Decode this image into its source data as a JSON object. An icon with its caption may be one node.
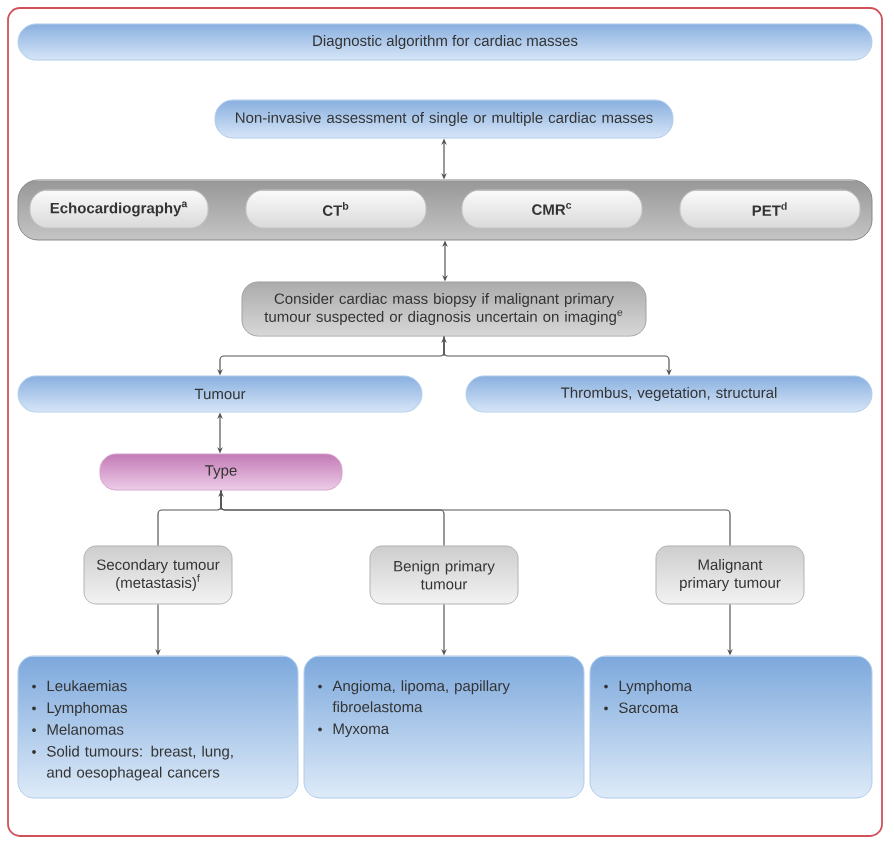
{
  "diagram": {
    "title": "Diagnostic algorithm for cardiac masses",
    "nodes": [
      {
        "text": [
          "Non-invasive assessment of single or multiple cardiac masses"
        ]
      },
      {
        "text": [],
        "shape": "box"
      },
      {
        "text": [
          "Echocardiography$^{a}$"
        ],
        "in": 1
      },
      {
        "text": [
          "CT$^{b}$"
        ],
        "in": 1
      },
      {
        "text": [
          "CMR$^{c}$"
        ],
        "in": 1
      },
      {
        "text": [
          "PET$^{d}$"
        ],
        "in": 1
      },
      {
        "text": [
          "Consider cardiac mass biopsy if malignant primary tumour suspected or diagnosis uncertain on imaging$^{e}$"
        ]
      },
      {
        "text": [
          "Tumour"
        ]
      },
      {
        "text": [
          "Thrombus, vegetation, structural"
        ]
      },
      {
        "text": [
          "Type"
        ]
      },
      {
        "text": [
          "Secondary tumour (metastasis)$^{f}$"
        ]
      },
      {
        "text": [
          "Benign primary tumour"
        ]
      },
      {
        "text": [
          "Malignant primary tumour"
        ]
      },
      {
        "text": [
          "Leukaemias",
          "Lymphomas",
          "Melanomas",
          "Solid tumours: breast, lung, and oesophageal cancers"
        ]
      },
      {
        "text": [
          "Angioma, lipoma, papillary fibroelastoma",
          "Myxoma"
        ]
      },
      {
        "text": [
          "Lymphoma",
          "Sarcoma"
        ]
      }
    ],
    "edges": [
      {
        "from": 0,
        "to": 1,
        "arrow": "both"
      },
      {
        "from": 1,
        "to": 6,
        "arrow": "both"
      },
      {
        "from": 6,
        "to": 7,
        "arrow": "both"
      },
      {
        "from": 6,
        "to": 8,
        "arrow": "both"
      },
      {
        "from": 7,
        "to": 9,
        "arrow": "both"
      },
      {
        "from": 10,
        "to": 9,
        "arrow": "to"
      },
      {
        "from": 11,
        "to": 9,
        "arrow": "to"
      },
      {
        "from": 12,
        "to": 9,
        "arrow": "to"
      },
      {
        "from": 10,
        "to": 13,
        "arrow": "to"
      },
      {
        "from": 11,
        "to": 14,
        "arrow": "to"
      },
      {
        "from": 12,
        "to": 15,
        "arrow": "to"
      }
    ]
  }
}
